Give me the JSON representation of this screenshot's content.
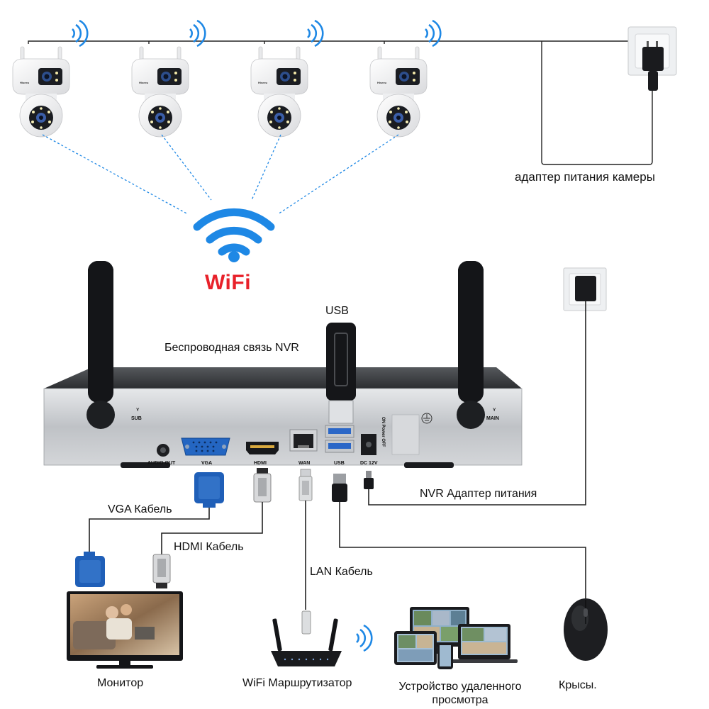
{
  "wifi_label": "WiFi",
  "usb_label": "USB",
  "nvr": {
    "title": "Беспроводная связь NVR",
    "antenna_left": "SUB",
    "antenna_right": "MAIN",
    "ports": {
      "audio": "AUDIO OUT",
      "vga": "VGA",
      "hdmi": "HDMI",
      "wan": "WAN",
      "usb": "USB",
      "dc": "DC 12V",
      "power_switch": "ON Power OFF"
    }
  },
  "camera_adapter_label": "адаптер питания камеры",
  "cables": {
    "vga": "VGA Кабель",
    "hdmi": "HDMI Кабель",
    "lan": "LAN Кабель",
    "nvr_power": "NVR Адаптер питания"
  },
  "devices": {
    "monitor": "Монитор",
    "router": "WiFi Маршрутизатор",
    "remote_line1": "Устройство удаленного",
    "remote_line2": "просмотра",
    "mouse": "Крысы."
  },
  "colors": {
    "wifi_blue": "#1e88e5",
    "wifi_red": "#e8212a",
    "vga_blue": "#1f5fb8",
    "nvr_silver": "#c9ccd0",
    "line": "#222222"
  }
}
